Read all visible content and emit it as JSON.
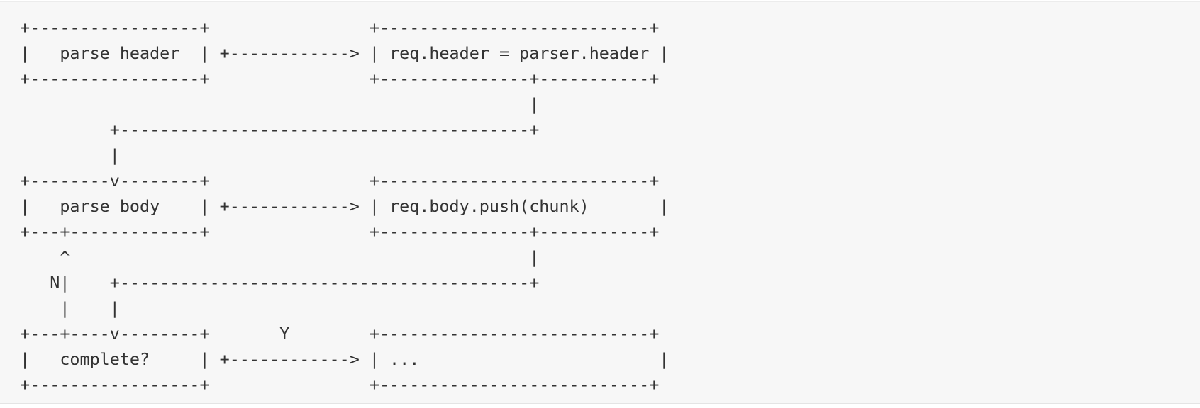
{
  "diagram": {
    "lines": [
      "+-----------------+                +---------------------------+",
      "|   parse header  | +------------> | req.header = parser.header |",
      "+-----------------+                +---------------+-----------+",
      "                                                   |",
      "         +-----------------------------------------+",
      "         |",
      "+--------v--------+                +---------------------------+",
      "|   parse body    | +------------> | req.body.push(chunk)       |",
      "+---+-------------+                +---------------+-----------+",
      "    ^                                              |",
      "   N|    +-----------------------------------------+",
      "    |    |",
      "+---+----v--------+       Y        +---------------------------+",
      "|   complete?     | +------------> | ...                        |",
      "+-----------------+                +---------------------------+"
    ]
  }
}
